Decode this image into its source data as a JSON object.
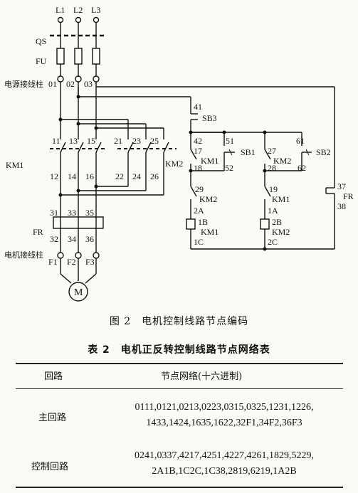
{
  "labels": {
    "L1": "L1",
    "L2": "L2",
    "L3": "L3",
    "QS": "QS",
    "FU": "FU",
    "power_terminal": "电源接线柱",
    "n01": "01",
    "n02": "02",
    "n03": "03",
    "KM1": "KM1",
    "KM2": "KM2",
    "FR": "FR",
    "FR_ctrl": "FR",
    "motor_terminal": "电机接线柱",
    "F1": "F1",
    "F2": "F2",
    "F3": "F3",
    "M": "M",
    "SB3": "SB3",
    "SB1": "SB1",
    "SB2": "SB2",
    "n11": "11",
    "n13": "13",
    "n15": "15",
    "n21": "21",
    "n23": "23",
    "n25": "25",
    "n12": "12",
    "n14": "14",
    "n16": "16",
    "n22": "22",
    "n24": "24",
    "n26": "26",
    "n31": "31",
    "n33": "33",
    "n35": "35",
    "n32": "32",
    "n34": "34",
    "n36": "36",
    "n41": "41",
    "n42": "42",
    "n17": "17",
    "n51": "51",
    "n18": "18",
    "n52": "52",
    "n27": "27",
    "n61": "61",
    "n28": "28",
    "n62": "62",
    "n29": "29",
    "n19": "19",
    "n2A": "2A",
    "n1A": "1A",
    "n1B": "1B",
    "n2B": "2B",
    "n1C": "1C",
    "n2C": "2C",
    "n37": "37",
    "n38": "38",
    "km1_ctrl_a": "KM1",
    "km2_ctrl_a": "KM2",
    "km2_ctrl_b": "KM2",
    "km1_ctrl_b": "KM1",
    "km1_coil": "KM1",
    "km2_coil": "KM2"
  },
  "figure_caption": "图 2　电机控制线路节点编码",
  "table": {
    "caption": "表 2　电机正反转控制线路节点网络表",
    "headers": [
      "回路",
      "节点网络(十六进制)"
    ],
    "rows": [
      {
        "circuit": "主回路",
        "lines": [
          "0111,0121,0213,0223,0315,0325,1231,1226,",
          "1433,1424,1635,1622,32F1,34F2,36F3"
        ]
      },
      {
        "circuit": "控制回路",
        "lines": [
          "0241,0337,4217,4251,4227,4261,1829,5229,",
          "2A1B,1C2C,1C38,2819,6219,1A2B"
        ]
      }
    ]
  }
}
